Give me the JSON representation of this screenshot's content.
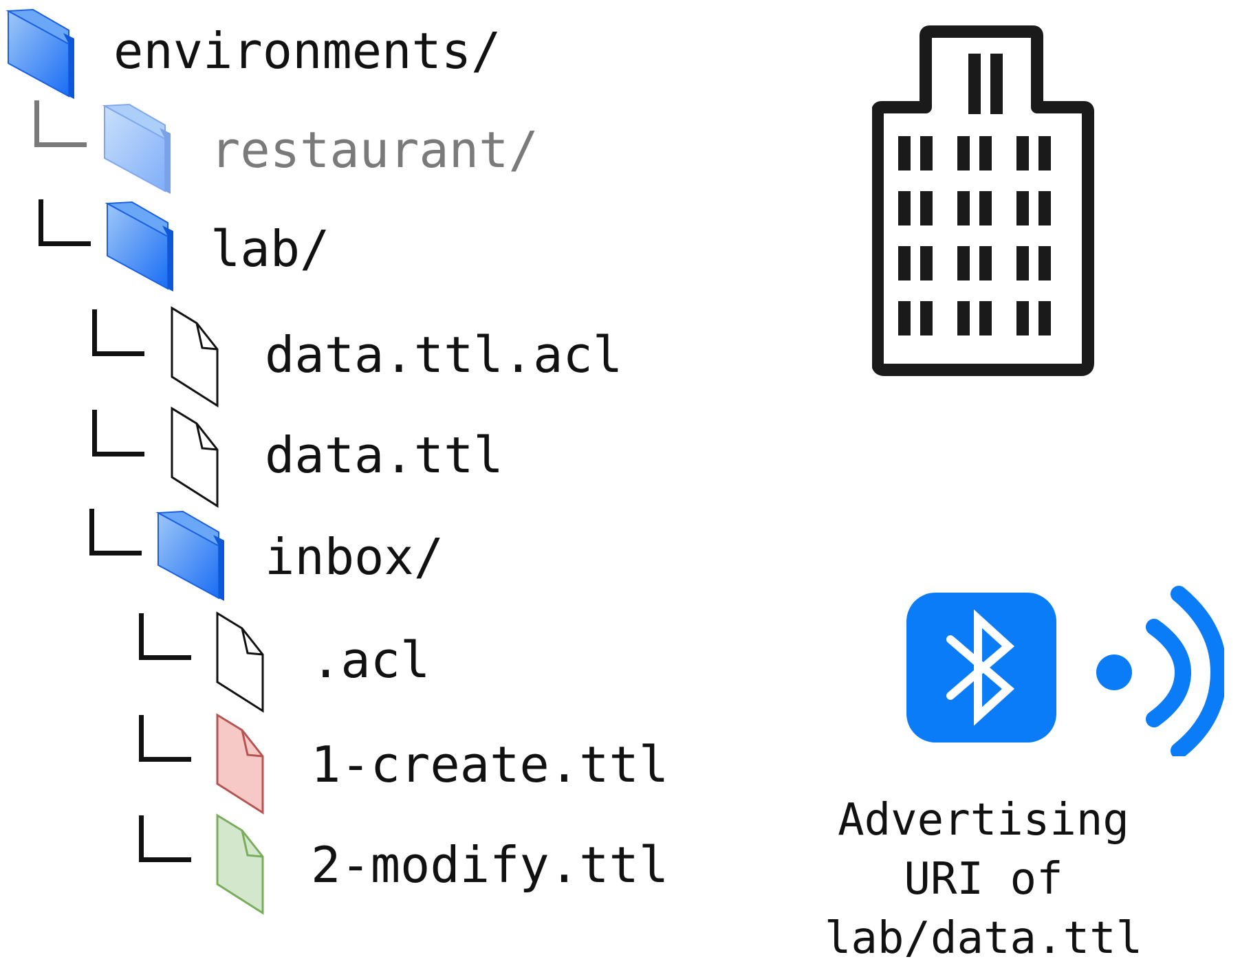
{
  "tree": [
    {
      "label": "environments/",
      "kind": "folder",
      "depth": 0,
      "state": "normal"
    },
    {
      "label": "restaurant/",
      "kind": "folder",
      "depth": 1,
      "state": "dim"
    },
    {
      "label": "lab/",
      "kind": "folder",
      "depth": 1,
      "state": "normal"
    },
    {
      "label": "data.ttl.acl",
      "kind": "file",
      "depth": 2,
      "state": "normal",
      "color": "plain"
    },
    {
      "label": "data.ttl",
      "kind": "file",
      "depth": 2,
      "state": "normal",
      "color": "plain"
    },
    {
      "label": "inbox/",
      "kind": "folder",
      "depth": 2,
      "state": "normal"
    },
    {
      "label": ".acl",
      "kind": "file",
      "depth": 3,
      "state": "normal",
      "color": "plain"
    },
    {
      "label": "1-create.ttl",
      "kind": "file",
      "depth": 3,
      "state": "normal",
      "color": "red"
    },
    {
      "label": "2-modify.ttl",
      "kind": "file",
      "depth": 3,
      "state": "normal",
      "color": "green"
    }
  ],
  "icons": {
    "building": "building-icon",
    "bluetooth": "bluetooth-icon",
    "broadcast": "broadcast-waves-icon"
  },
  "caption": {
    "line1": "Advertising",
    "line2": "URI of lab/data.ttl"
  },
  "colors": {
    "folder_blue": "#1a7cf5",
    "folder_light": "#9ec7f7",
    "bluetooth_blue": "#0a7cf7",
    "file_red_fill": "#f6c9c6",
    "file_red_stroke": "#b55553",
    "file_green_fill": "#d3e7cd",
    "file_green_stroke": "#79ad5c",
    "text": "#111111",
    "dim_text": "#7a7a7a"
  }
}
